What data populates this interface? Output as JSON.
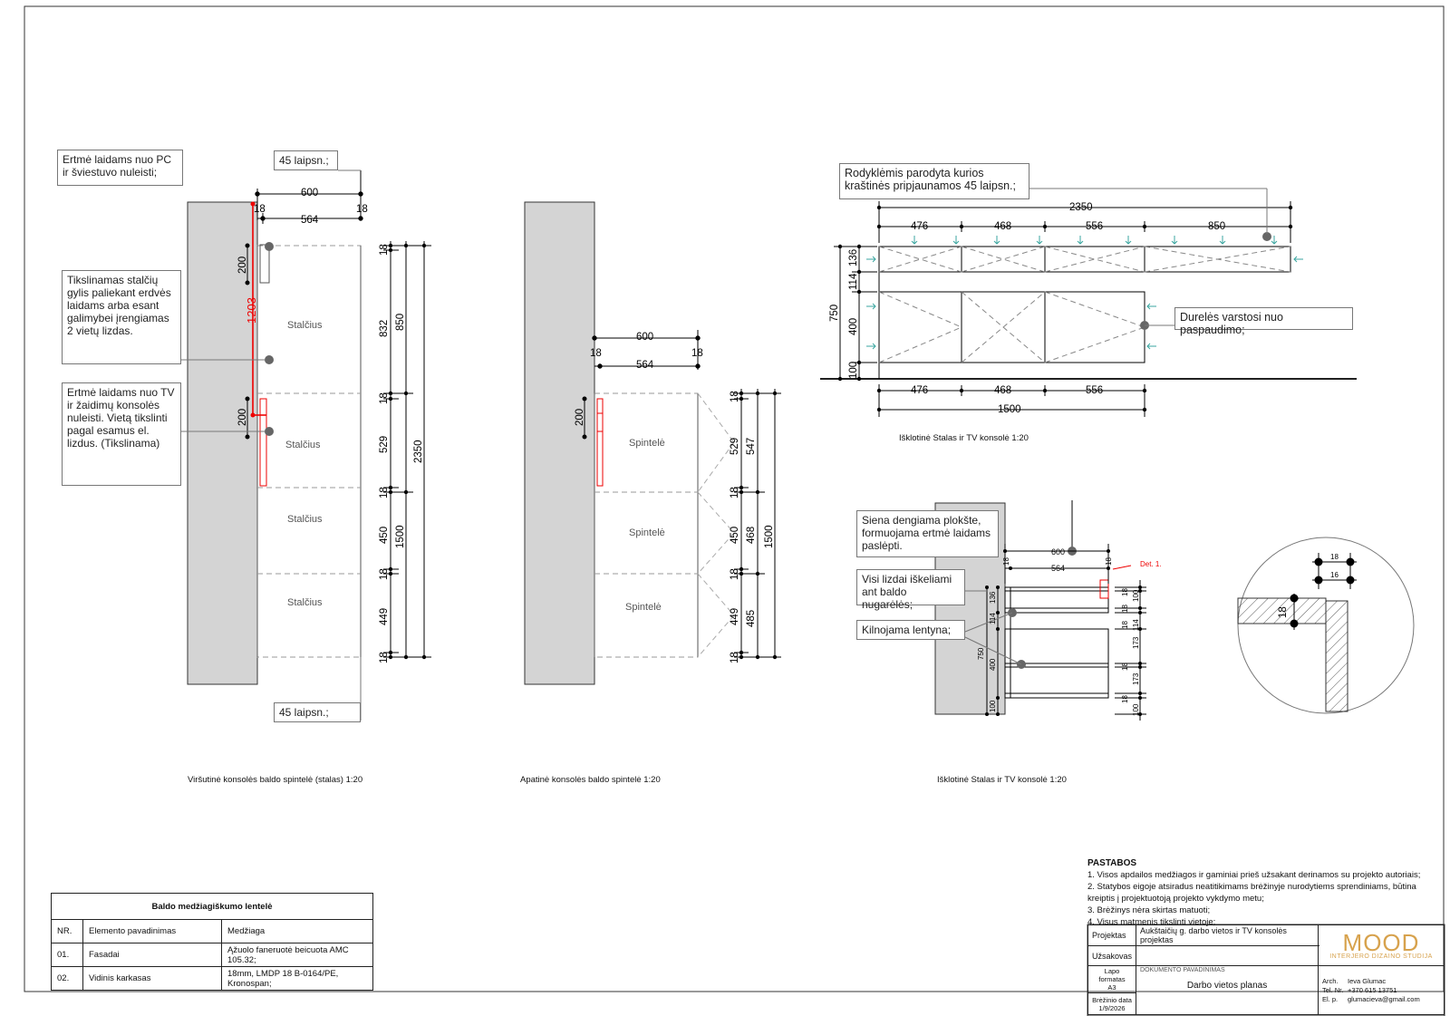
{
  "notes": {
    "n1": "Ertmė laidams nuo PC ir šviestuvo nuleisti;",
    "n2": "Tikslinamas stalčių gylis paliekant erdvės laidams arba esant galimybei įrengiamas 2 vietų lizdas.",
    "n3": "Ertmė laidams nuo TV ir žaidimų konsolės nuleisti. Vietą tikslinti pagal esamus el. lizdus. (Tikslinama)",
    "n4": "45 laipsn.;",
    "n5": "45 laipsn.;",
    "n6": "Rodyklėmis parodyta kurios kraštinės pripjaunamos 45 laipsn.;",
    "n7": "Durelės varstosi nuo paspaudimo;",
    "n8": "Siena dengiama plokšte, formuojama ertmė laidams paslėpti.",
    "n9": "Visi lizdai iškeliami ant baldo nugarėlės;",
    "n10": "Kilnojama lentyna;"
  },
  "labels": {
    "stalcius": "Stalčius",
    "spintele": "Spintelė",
    "det": "Det. 1."
  },
  "captions": {
    "c1": "Viršutinė konsolės baldo spintelė (stalas) 1:20",
    "c2": "Apatinė konsolės baldo spintelė 1:20",
    "c3": "Išklotinė Stalas ir TV konsolė 1:20",
    "c4": "Išklotinė Stalas ir TV konsolė 1:20"
  },
  "dims": {
    "d600": "600",
    "d564": "564",
    "d18": "18",
    "d200": "200",
    "d1203": "1203",
    "d832": "832",
    "d850": "850",
    "d529": "529",
    "d450": "450",
    "d449": "449",
    "d1500": "1500",
    "d2350": "2350",
    "d547": "547",
    "d468": "468",
    "d485": "485",
    "d476": "476",
    "d556": "556",
    "d136": "136",
    "d114": "114",
    "d400": "400",
    "d100": "100",
    "d750": "750",
    "d173": "173",
    "d16": "16"
  },
  "material_table": {
    "title": "Baldo medžiagiškumo lentelė",
    "headers": [
      "NR.",
      "Elemento pavadinimas",
      "Medžiaga"
    ],
    "rows": [
      [
        "01.",
        "Fasadai",
        "Ąžuolo faneruotė beicuota AMC 105.32;"
      ],
      [
        "02.",
        "Vidinis karkasas",
        "18mm, LMDP 18 B-0164/PE, Kronospan;"
      ]
    ]
  },
  "pastabos": {
    "title": "PASTABOS",
    "items": [
      "1. Visos apdailos medžiagos ir gaminiai prieš užsakant derinamos su projekto autoriais;",
      "2. Statybos eigoje atsiradus neatitikimams brėžinyje nurodytiems sprendiniams, būtina kreiptis į projektuotoją projekto vykdymo metu;",
      "3. Brėžinys nėra skirtas matuoti;",
      "4. Visus matmenis tikslinti vietoje;"
    ]
  },
  "title_block": {
    "projektas_label": "Projektas",
    "projektas": "Aukštaičių g. darbo vietos ir TV konsolės projektas",
    "uzsakovas_label": "Užsakovas",
    "lapo_label": "Lapo formatas",
    "lapo": "A3",
    "data_label": "Brėžinio data",
    "data": "1/9/2026",
    "doc_label": "DOKUMENTO PAVADINIMAS",
    "doc": "Darbo vietos planas",
    "logo": "MOOD",
    "logo_sub": "INTERJERO DIZAINO STUDIJA",
    "arch_label": "Arch.",
    "arch": "Ieva Glumac",
    "tel_label": "Tel. Nr.",
    "tel": "+370 615 13751",
    "el_label": "El. p.",
    "el": "glumacieva@gmail.com"
  }
}
